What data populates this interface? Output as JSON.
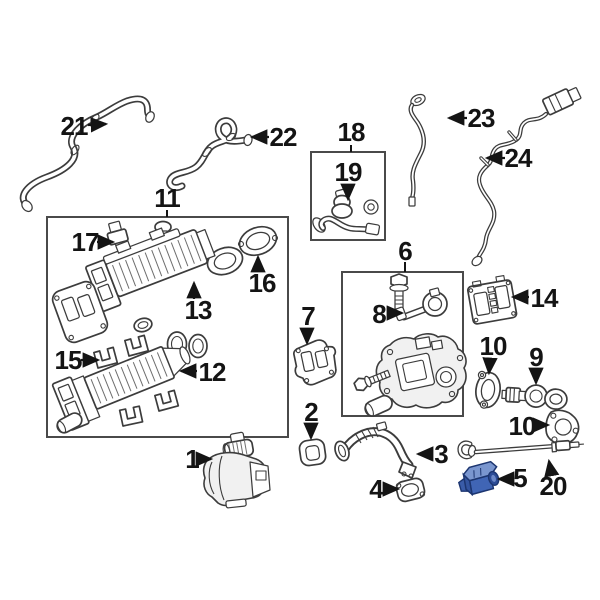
{
  "diagram": {
    "kind": "exploded-parts-diagram",
    "subject": "EGR system components",
    "background_color": "#ffffff",
    "line_color": "#3c3c3c",
    "label_color": "#141414",
    "highlight_fill": "#4065b5",
    "highlight_fill_light": "#7a96cf",
    "highlight_fill_dark": "#2c4c96",
    "highlight_outline": "#1c3570",
    "selected_part": "5"
  },
  "callouts": {
    "c1": "1",
    "c2": "2",
    "c3": "3",
    "c4": "4",
    "c5": "5",
    "c6": "6",
    "c7": "7",
    "c8": "8",
    "c9": "9",
    "c10a": "10",
    "c10b": "10",
    "c11": "11",
    "c12": "12",
    "c13": "13",
    "c14": "14",
    "c15": "15",
    "c16": "16",
    "c17": "17",
    "c18": "18",
    "c19": "19",
    "c20": "20",
    "c21": "21",
    "c22": "22",
    "c23": "23",
    "c24": "24"
  }
}
